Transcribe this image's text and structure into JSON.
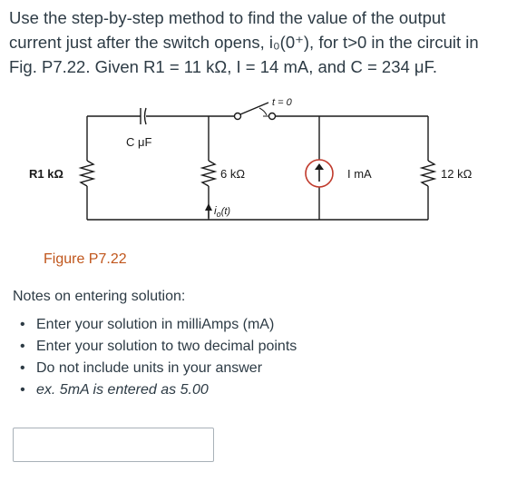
{
  "question": {
    "text": "Use the step-by-step method to find the value of the output current just after the switch opens, i₀(0⁺), for t>0 in the circuit in Fig. P7.22. Given R1 = 11 kΩ, I = 14 mA, and C = 234 μF."
  },
  "circuit": {
    "switch_label": "t = 0",
    "capacitor_label": "C μF",
    "r1_label": "R1 kΩ",
    "r6_label": "6 kΩ",
    "source_label": "I mA",
    "r12_label": "12 kΩ",
    "current_label": "i",
    "current_sub": "o",
    "current_arg": "(t)",
    "caption": "Figure P7.22"
  },
  "notes": {
    "title": "Notes on entering solution:",
    "items": [
      "Enter your solution in milliAmps (mA)",
      "Enter your solution to two decimal points",
      "Do not include units in your answer",
      "ex. 5mA is entered as 5.00"
    ]
  },
  "answer": {
    "value": "",
    "placeholder": ""
  }
}
